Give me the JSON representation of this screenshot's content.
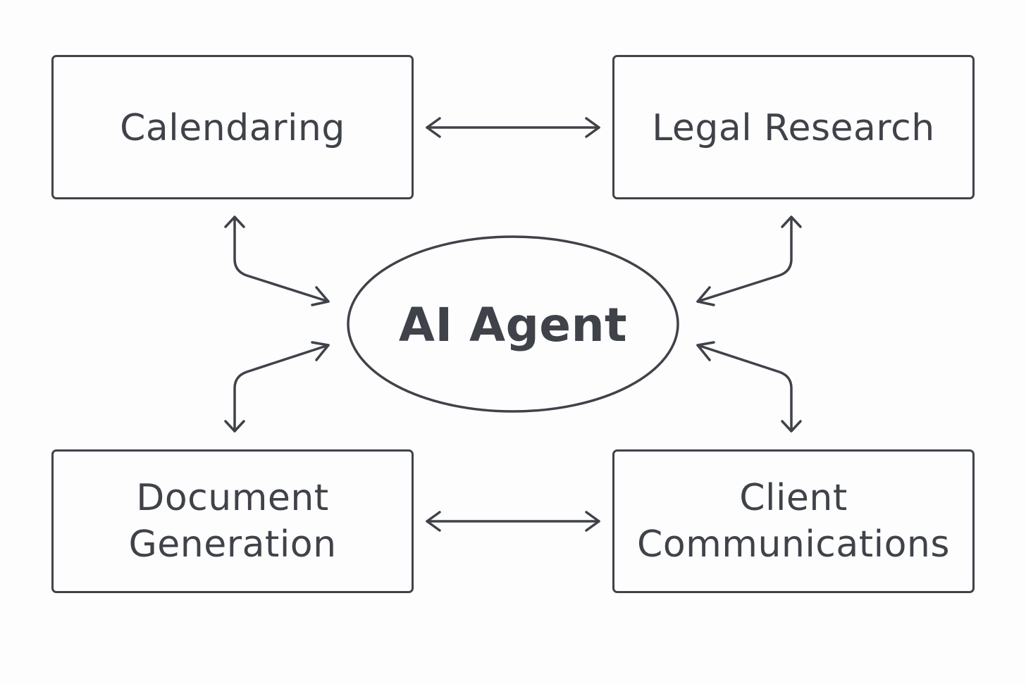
{
  "diagram": {
    "center": {
      "label": "AI Agent"
    },
    "nodes": {
      "calendaring": {
        "label": "Calendaring"
      },
      "legal_research": {
        "label": "Legal Research"
      },
      "document_generation": {
        "label": "Document\nGeneration"
      },
      "client_communications": {
        "label": "Client\nCommunications"
      }
    },
    "edges": [
      {
        "from": "calendaring",
        "to": "legal_research",
        "bidirectional": true
      },
      {
        "from": "document_generation",
        "to": "client_communications",
        "bidirectional": true
      },
      {
        "from": "calendaring",
        "to": "center",
        "bidirectional": true
      },
      {
        "from": "legal_research",
        "to": "center",
        "bidirectional": true
      },
      {
        "from": "document_generation",
        "to": "center",
        "bidirectional": true
      },
      {
        "from": "client_communications",
        "to": "center",
        "bidirectional": true
      }
    ],
    "colors": {
      "stroke": "#3f4349",
      "background": "#fdfdfd"
    }
  }
}
